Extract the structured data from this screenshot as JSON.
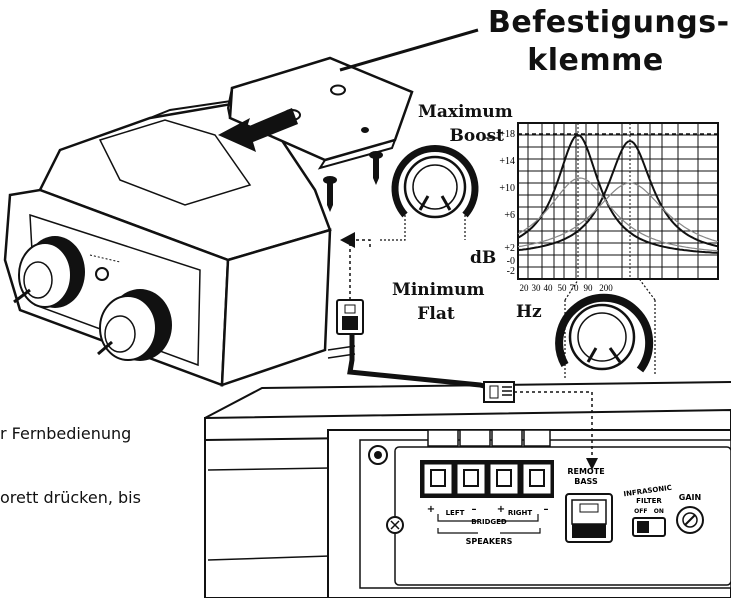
{
  "top_caption": "",
  "title": {
    "line1": "Befestigungs-",
    "line2": "klemme"
  },
  "knob_labels": {
    "max_line1": "Maximum",
    "max_line2": "Boost",
    "min_line1": "Minimum",
    "min_line2": "Flat",
    "db": "dB",
    "hz": "Hz"
  },
  "chart_data": {
    "type": "line",
    "ylabel": "dB",
    "xlabel": "Hz",
    "yticks": [
      "+18",
      "+14",
      "+10",
      "+6",
      "+2",
      "-0",
      "-2"
    ],
    "xticks": [
      "20",
      "30",
      "40",
      "50",
      "70",
      "90",
      "200"
    ]
  },
  "amp_labels": {
    "remote": "REMOTE",
    "bass": "BASS",
    "infrasonic": "INFRASONIC",
    "filter": "FILTER",
    "offon": "OFF   ON",
    "gain": "GAIN",
    "left": "LEFT",
    "right": "RIGHT",
    "bridged": "BRIDGED",
    "speakers": "SPEAKERS",
    "plus_a": "+",
    "minus_a": "–",
    "plus_b": "+",
    "minus_b": "–"
  },
  "left_text": {
    "line1": "r Fernbedienung",
    "line2": "orett drücken, bis"
  }
}
